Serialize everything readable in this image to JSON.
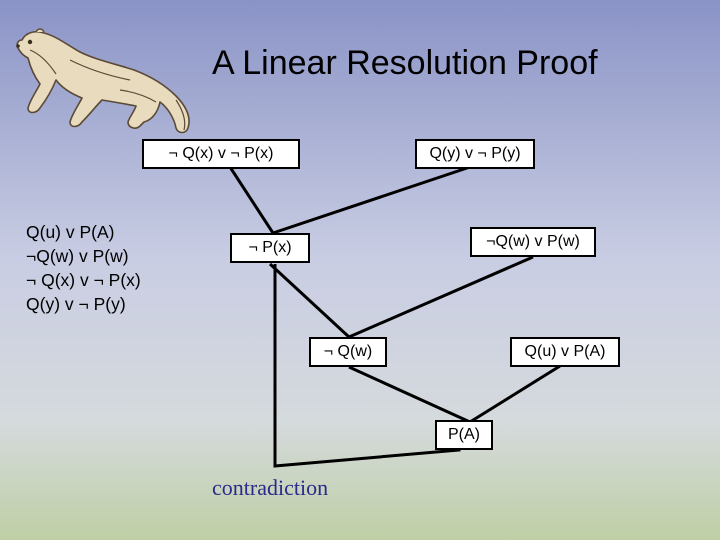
{
  "title": "A Linear Resolution Proof",
  "clauses": [
    "Q(u) v P(A)",
    "¬Q(w) v P(w)",
    "¬ Q(x) v ¬ P(x)",
    "Q(y) v ¬ P(y)"
  ],
  "nodes": {
    "top_left": "¬ Q(x) v ¬ P(x)",
    "top_right": "Q(y) v ¬ P(y)",
    "mid_left": "¬ P(x)",
    "mid_right": "¬Q(w) v P(w)",
    "low_left": "¬ Q(w)",
    "low_right": "Q(u) v P(A)",
    "bottom": "P(A)"
  },
  "conclusion": "contradiction",
  "colors": {
    "line": "#000000",
    "conclusion_text": "#2a2a8c",
    "node_bg": "#ffffff"
  }
}
